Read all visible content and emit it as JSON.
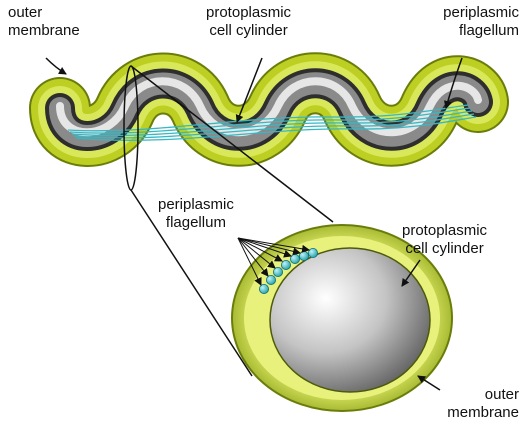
{
  "labels": {
    "outer_membrane_top": [
      "outer",
      "membrane"
    ],
    "protoplasmic_top": [
      "protoplasmic",
      "cell cylinder"
    ],
    "periplasmic_top": [
      "periplasmic",
      "flagellum"
    ],
    "periplasmic_cross": [
      "periplasmic",
      "flagellum"
    ],
    "protoplasmic_cross": [
      "protoplasmic",
      "cell cylinder"
    ],
    "outer_membrane_cross": [
      "outer",
      "membrane"
    ]
  },
  "colors": {
    "outer_membrane": "#c9dc2c",
    "outer_membrane_dark": "#6a7d0a",
    "protoplasm_light": "#e3e3e3",
    "protoplasm_dark": "#3a3a3a",
    "flagellum": "#36b8c4",
    "line": "#111111"
  },
  "flagella_count": 7
}
